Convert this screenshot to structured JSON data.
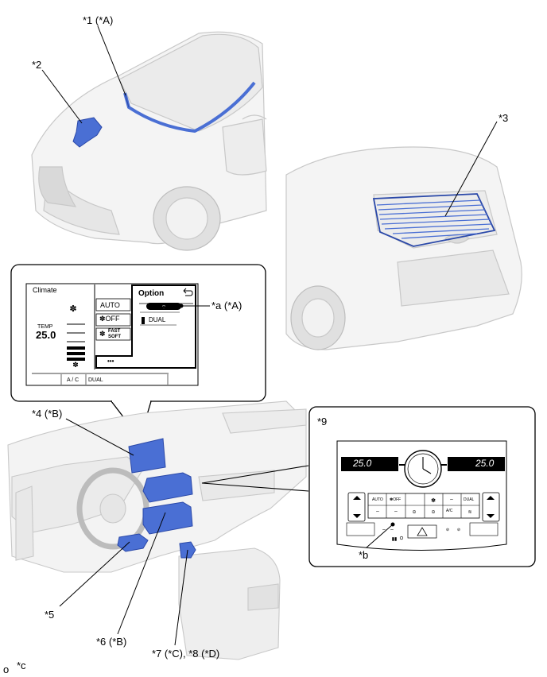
{
  "callouts": {
    "c1": "*1 (*A)",
    "c2": "*2",
    "c3": "*3",
    "c4": "*4 (*B)",
    "c5": "*5",
    "c6": "*6 (*B)",
    "c7": "*7 (*C), *8 (*D)",
    "c9": "*9",
    "ca": "*a (*A)",
    "cb": "*b",
    "cc": "*c"
  },
  "corner_mark": "o",
  "climate_screen": {
    "title": "Climate",
    "temp_label": "TEMP",
    "temp_value": "25.0",
    "auto": "AUTO",
    "off": "OFF",
    "fast": "FAST",
    "soft": "SOFT",
    "more": "•••",
    "ac": "A / C",
    "dual": "DUAL",
    "option_title": "Option",
    "option_dual": "DUAL"
  },
  "control_panel": {
    "left_temp": "25.0",
    "right_temp": "25.0",
    "auto": "AUTO",
    "off": "OFF",
    "ac": "A/C",
    "dual": "DUAL"
  }
}
